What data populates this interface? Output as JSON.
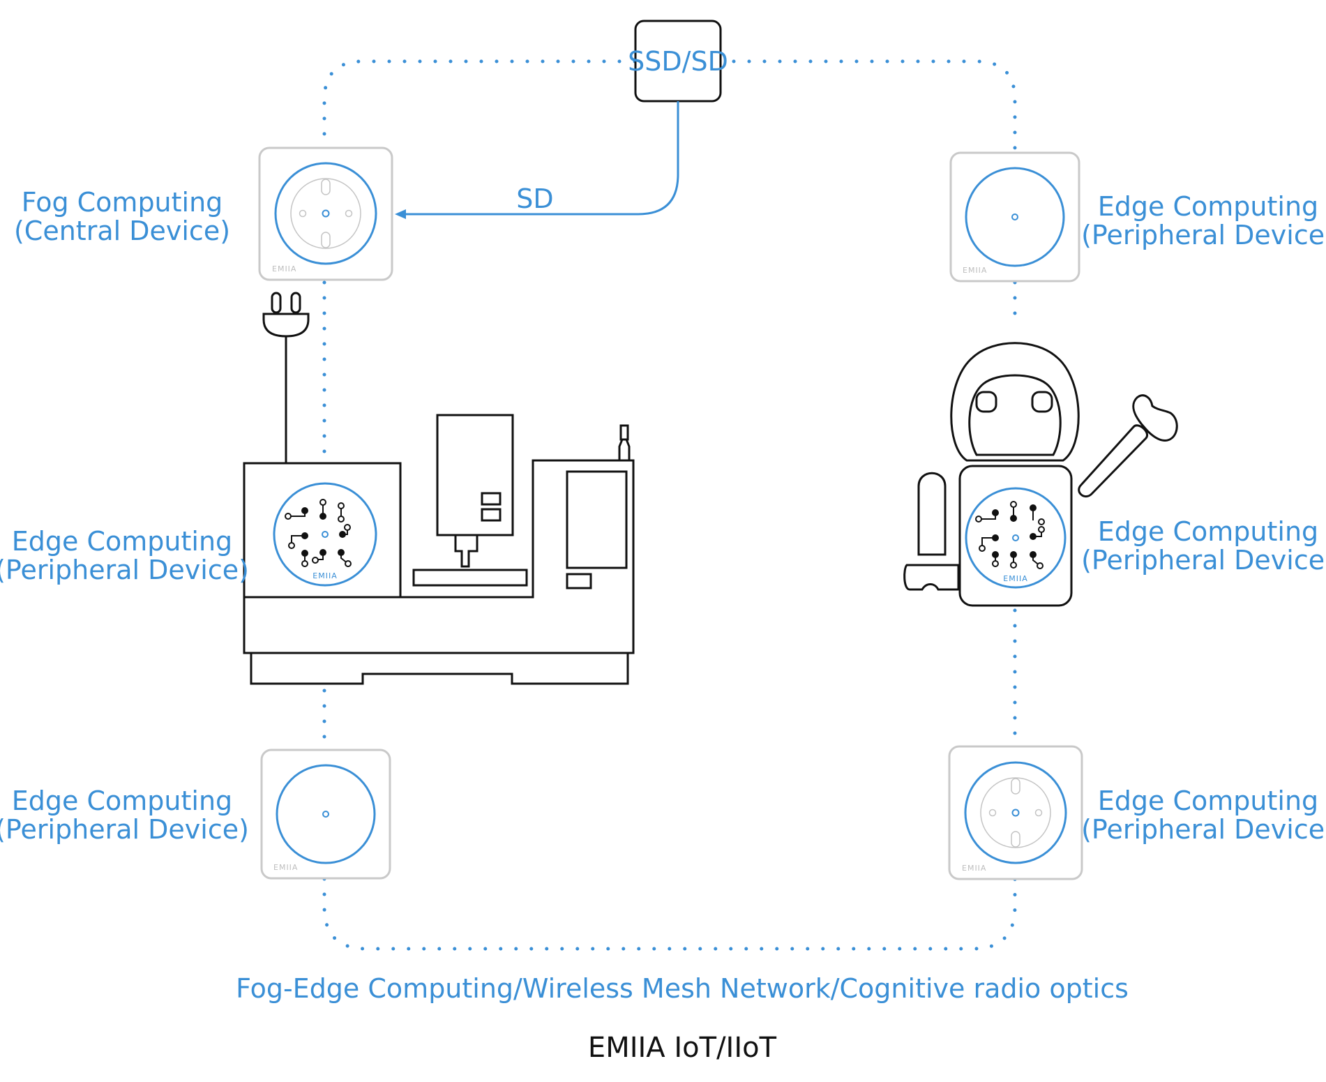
{
  "colors": {
    "accent": "#3a8fd6",
    "line": "#111111",
    "frame": "#c9c9c9",
    "faint": "#bdbdbd"
  },
  "storage": {
    "label": "SSD/SD",
    "arrow_label": "SD"
  },
  "nodes": {
    "fog_central": {
      "line1": "Fog Computing",
      "line2": "(Central Device)"
    },
    "edge_top_right": {
      "line1": "Edge Computing",
      "line2": "(Peripheral Device)"
    },
    "edge_machine": {
      "line1": "Edge Computing",
      "line2": "(Peripheral Device)"
    },
    "edge_robot": {
      "line1": "Edge Computing",
      "line2": "(Peripheral Device)"
    },
    "edge_bottom_left": {
      "line1": "Edge Computing",
      "line2": "(Peripheral Device)"
    },
    "edge_bottom_right": {
      "line1": "Edge Computing",
      "line2": "(Peripheral Device)"
    }
  },
  "brand_mark": "EMIIA",
  "network_caption": "Fog-Edge Computing/Wireless Mesh Network/Cognitive radio optics",
  "footer_title": "EMIIA IoT/IIoT",
  "icons": [
    "plug-icon",
    "cnc-machine-icon",
    "robot-icon",
    "socket-module-icon",
    "sensor-module-icon",
    "circuit-board-icon"
  ]
}
